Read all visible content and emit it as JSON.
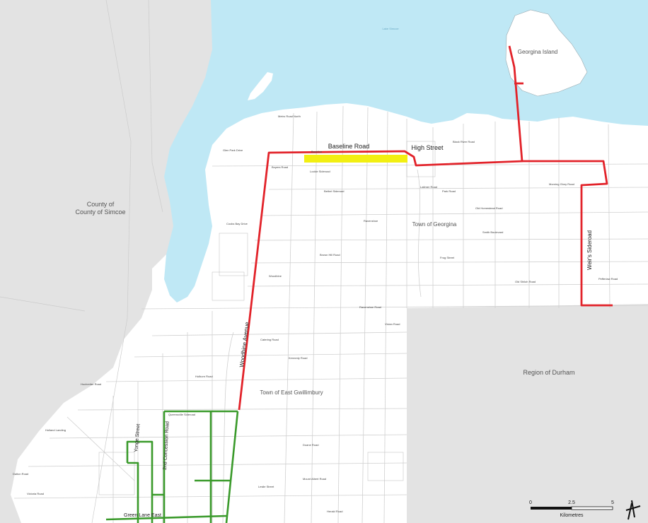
{
  "map": {
    "colors": {
      "water": "#bfe8f5",
      "outside_region": "#e3e3e3",
      "land": "#ffffff",
      "road": "#d0d0d0",
      "red_route": "#e2232a",
      "green_route": "#3a9a2b",
      "highlight": "#f2ef12"
    },
    "water_label": "Lake Simcoe",
    "regions": {
      "simcoe": "County of Simcoe",
      "durham": "Region of Durham",
      "georgina": "Town of Georgina",
      "east_gwillimbury": "Town of East Gwillimbury",
      "georgina_island": "Georgina Island"
    },
    "roads": {
      "baseline": "Baseline Road",
      "high_street": "High Street",
      "woodbine": "Woodbine Avenue",
      "weirs": "Weir's Sideroad",
      "yonge": "Yonge Street",
      "second_concession": "2nd Concession Road",
      "green_lane": "Green Lane East"
    },
    "minor_roads": [
      "Metro Road North",
      "Glen Park Drive",
      "Boyers Road",
      "Lockie Sideroad",
      "Ravenshoe Road",
      "Old Homestead Road",
      "Morning Glory Road",
      "Smith Boulevard",
      "Old Shiloh Road",
      "Pefferlaw Road",
      "Queensville Sideroad",
      "Mount Albert Road",
      "Herald Road",
      "Doane Road",
      "Holborn Road",
      "Black River Road",
      "Park Road",
      "Latimer Road",
      "Frog Street",
      "Catering Road",
      "Kennedy Road",
      "Holland Landing",
      "Cooks Bay Drive",
      "Baseline",
      "Woodbine",
      "Leslie Street",
      "Ravenshoe",
      "Bethel Sideroad",
      "Hochreiter Road",
      "Victoria Road",
      "Brown Hill Road",
      "Vivian Road",
      "Dalton Road"
    ],
    "scale_bar": {
      "ticks": [
        "0",
        "2.5",
        "5"
      ],
      "unit": "Kilometres"
    },
    "north_arrow": "north-arrow-icon"
  }
}
